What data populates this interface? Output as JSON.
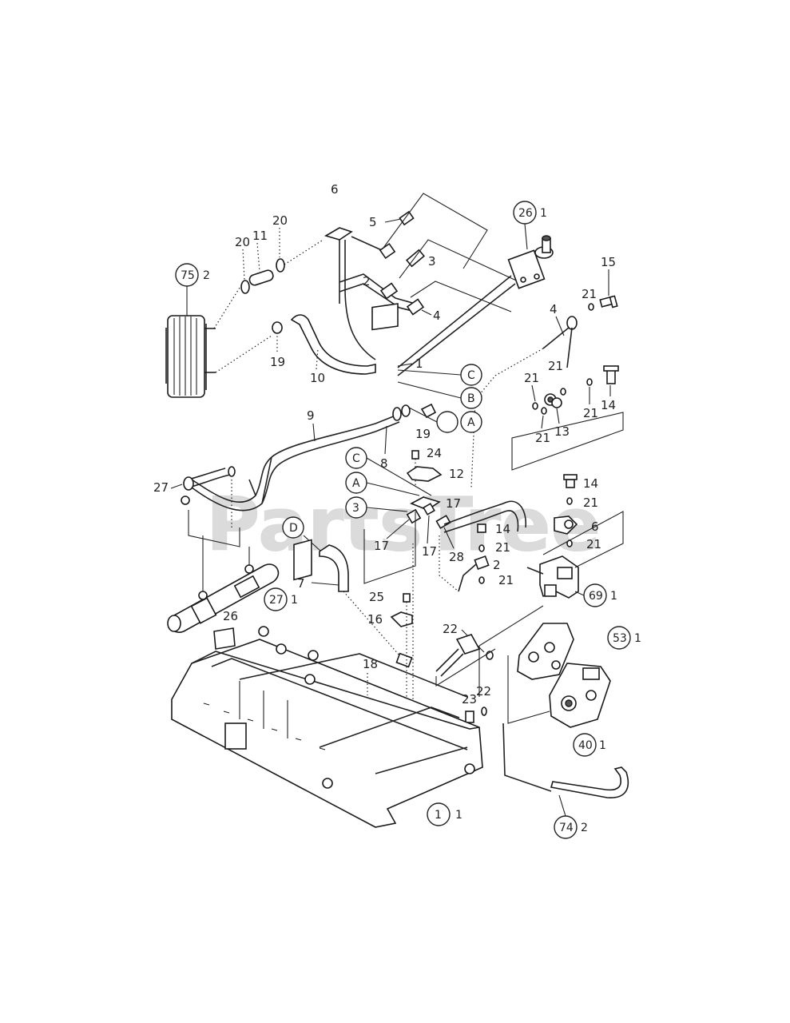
{
  "watermark": "PartsTree",
  "colors": {
    "line": "#222222",
    "watermark": "#bdbdbd",
    "background": "#ffffff"
  },
  "callouts": {
    "p75_2": "75",
    "p75_2s": "2",
    "p26_1": "26",
    "p26_1s": "1",
    "p27_1": "27",
    "p27_1s": "1",
    "p69_1": "69",
    "p69_1s": "1",
    "p53_1": "53",
    "p53_1s": "1",
    "p40_1": "40",
    "p40_1s": "1",
    "p1_1": "1",
    "p1_1s": "1",
    "p74_2": "74",
    "p74_2s": "2"
  },
  "connectors": {
    "c_C_top": "C",
    "c_B_top": "B",
    "c_A_top": "A",
    "c_C_mid": "C",
    "c_A_mid": "A",
    "c_3_mid": "3",
    "c_D": "D"
  },
  "labels": {
    "l6_top": "6",
    "l5": "5",
    "l3_top": "3",
    "l2_top": "2",
    "l4_top": "4",
    "l20a": "20",
    "l11": "11",
    "l20b": "20",
    "l19a": "19",
    "l10": "10",
    "l1": "1",
    "l21a": "21",
    "l15": "15",
    "l4r": "4",
    "l21b": "21",
    "l21c": "21",
    "l21d": "21",
    "l14a": "14",
    "l21e": "21",
    "l13": "13",
    "l9": "9",
    "l8": "8",
    "l19b": "19",
    "l24": "24",
    "l12": "12",
    "l27": "27",
    "l17a": "17",
    "l17b": "17",
    "l17c": "17",
    "l28": "28",
    "l14b": "14",
    "l21f": "21",
    "l6r": "6",
    "l14c": "14",
    "l21g": "21",
    "l21h": "21",
    "l2r": "2",
    "l21i": "21",
    "l7": "7",
    "l25": "25",
    "l16": "16",
    "l26": "26",
    "l22a": "22",
    "l18": "18",
    "l23": "23",
    "l22b": "22"
  }
}
